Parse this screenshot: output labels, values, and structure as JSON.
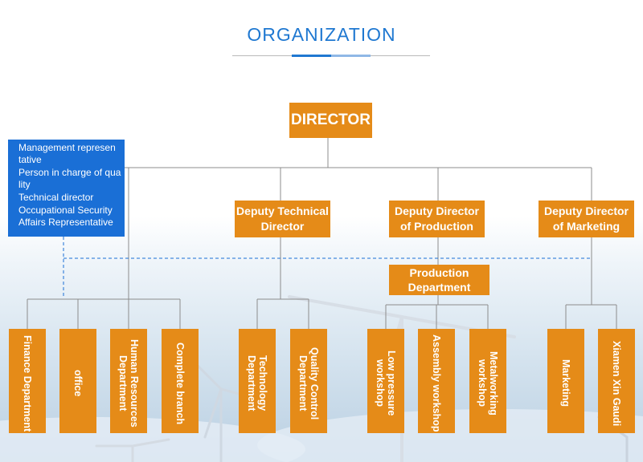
{
  "header": {
    "title": "ORGANIZATION"
  },
  "colors": {
    "accent_blue": "#1f78d1",
    "box_orange": "#e58b18",
    "box_blue": "#1a6fd6",
    "line_gray": "#8c8c8c"
  },
  "org": {
    "director": "DIRECTOR",
    "management_lines": [
      "Management represen",
      "tative",
      "Person in charge of qua",
      "lity",
      "Technical director",
      "Occupational Security",
      "Affairs Representative"
    ],
    "deputy_technical": "Deputy Technical Director",
    "deputy_production": "Deputy Director of Production",
    "deputy_marketing": "Deputy Director of Marketing",
    "production_department": "Production Department",
    "departments": [
      "Finance Department",
      "office",
      "Human Resources Department",
      "Complete branch",
      "Technology Department",
      "Quality Control Department",
      "Low pressure workshop",
      "Assembly workshop",
      "Metalworking workshop",
      "Marketing",
      "Xiamen Xin Gaudi"
    ]
  }
}
